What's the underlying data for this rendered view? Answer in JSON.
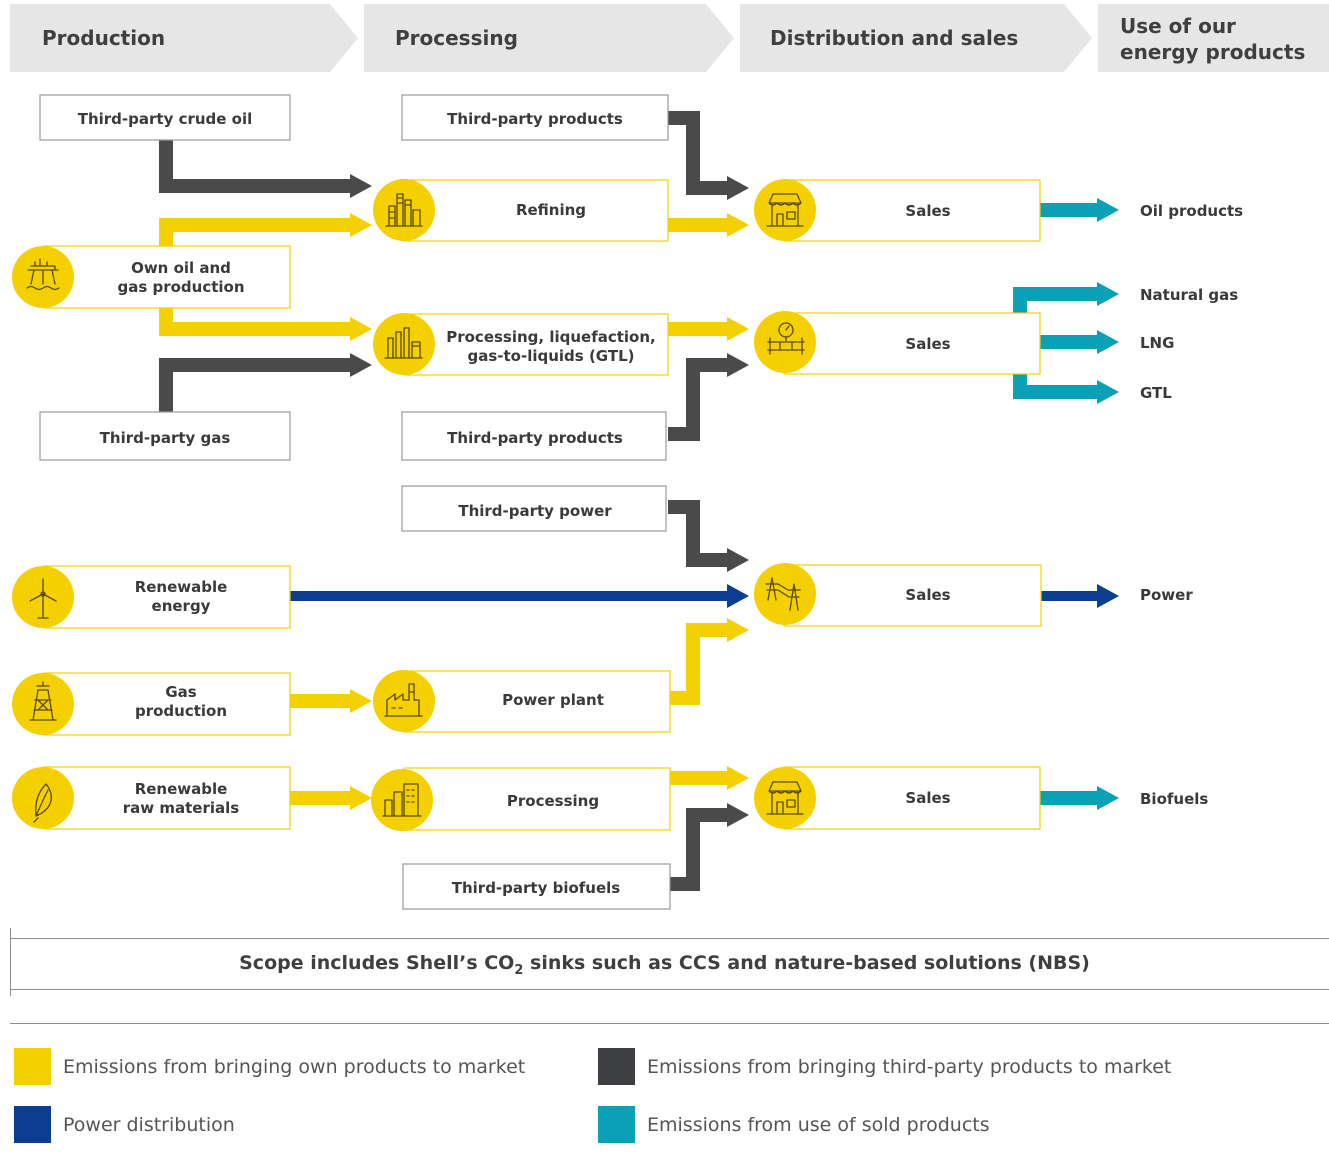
{
  "headers": [
    "Production",
    "Processing",
    "Distribution and sales",
    "Use of our",
    "energy products"
  ],
  "boxes": {
    "tp_crude": "Third-party crude oil",
    "own_oil_1": "Own oil and",
    "own_oil_2": "gas production",
    "tp_gas": "Third-party gas",
    "tp_products_1": "Third-party products",
    "refining": "Refining",
    "processing_1": "Processing, liquefaction,",
    "processing_2": "gas-to-liquids (GTL)",
    "tp_products_2": "Third-party products",
    "tp_power": "Third-party power",
    "renew_energy_1": "Renewable",
    "renew_energy_2": "energy",
    "gas_prod_1": "Gas",
    "gas_prod_2": "production",
    "power_plant": "Power plant",
    "renew_raw_1": "Renewable",
    "renew_raw_2": "raw materials",
    "processing_bio": "Processing",
    "tp_biofuels": "Third-party biofuels",
    "sales": "Sales"
  },
  "outputs": {
    "oil_products": "Oil products",
    "natural_gas": "Natural gas",
    "lng": "LNG",
    "gtl": "GTL",
    "power": "Power",
    "biofuels": "Biofuels"
  },
  "scope": {
    "text_before": "Scope includes Shell’s CO",
    "subscript": "2",
    "text_after": " sinks such as CCS and nature-based solutions (NBS)"
  },
  "legend": [
    {
      "label": "Emissions from bringing own products to market",
      "color": "#f5d000"
    },
    {
      "label": "Emissions from bringing third-party products to market",
      "color": "#3d3f42"
    },
    {
      "label": "Power distribution",
      "color": "#0b3d91"
    },
    {
      "label": "Emissions from use of sold products",
      "color": "#0aa0b5"
    }
  ],
  "colors": {
    "own": "#f5d000",
    "third_party": "#4a4a4a",
    "power": "#0b3d91",
    "use": "#0aa0b5",
    "header_bg": "#e6e6e6"
  },
  "icons": [
    "oil-rig-icon",
    "refinery-icon",
    "gas-plant-icon",
    "shop-icon",
    "gas-meter-icon",
    "wind-turbine-icon",
    "pylon-icon",
    "gas-derrick-icon",
    "power-plant-icon",
    "leaf-icon",
    "bio-processing-icon"
  ]
}
